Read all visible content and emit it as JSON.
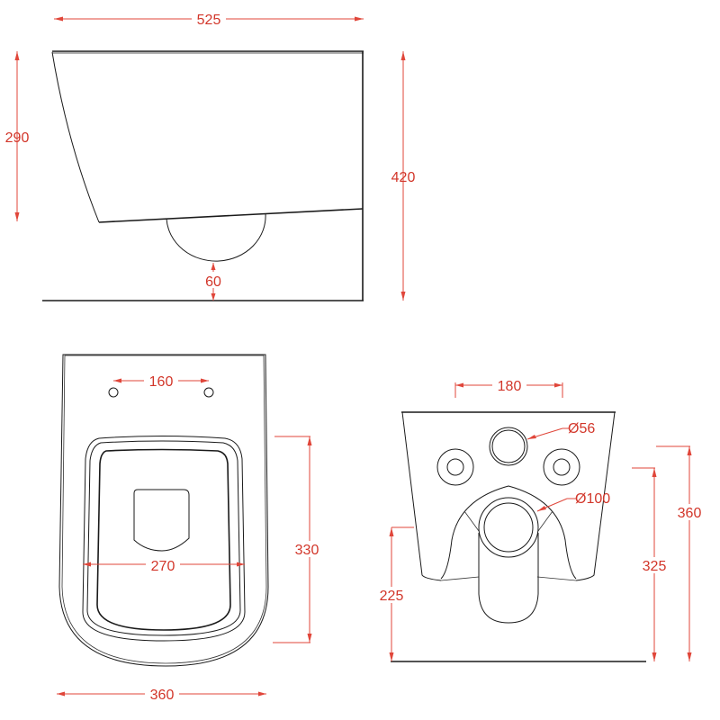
{
  "drawing": {
    "subject": "Wall-hung toilet technical drawing",
    "units": "mm",
    "colors": {
      "outline": "#1a1a1a",
      "dimension": "#e0463a",
      "dimension_text": "#d2362a",
      "background": "#ffffff"
    },
    "side_view": {
      "length": "525",
      "bowl_height": "290",
      "total_height": "420",
      "outlet_clearance": "60"
    },
    "top_view": {
      "seat_fixing_spacing": "160",
      "bowl_inner_width": "270",
      "bowl_length": "330",
      "overall_width": "360"
    },
    "rear_view": {
      "fixing_spacing": "180",
      "inlet_diameter": "Ø56",
      "outlet_diameter": "Ø100",
      "outlet_center_height": "225",
      "inlet_height": "325",
      "overall_height": "360"
    }
  }
}
